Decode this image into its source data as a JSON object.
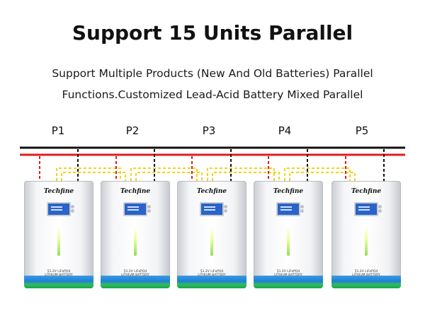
{
  "header": {
    "title": "Support 15 Units Parallel",
    "subtitle_line1": "Support Multiple Products (New And Old Batteries) Parallel",
    "subtitle_line2": "Functions.Customized Lead-Acid Battery Mixed Parallel"
  },
  "units": [
    {
      "label": "P1",
      "brand": "Techfine",
      "model_line1": "51.2V LiFePO4",
      "model_line2": "LITHIUM BATTERY"
    },
    {
      "label": "P2",
      "brand": "Techfine",
      "model_line1": "51.2V LiFePO4",
      "model_line2": "LITHIUM BATTERY"
    },
    {
      "label": "P3",
      "brand": "Techfine",
      "model_line1": "51.2V LiFePO4",
      "model_line2": "LITHIUM BATTERY"
    },
    {
      "label": "P4",
      "brand": "Techfine",
      "model_line1": "51.2V LiFePO4",
      "model_line2": "LITHIUM BATTERY"
    },
    {
      "label": "P5",
      "brand": "Techfine",
      "model_line1": "51.2V LiFePO4",
      "model_line2": "LITHIUM BATTERY"
    }
  ],
  "colors": {
    "positive_bus": "#e01d1d",
    "negative_bus": "#111111",
    "comm_link": "#f2d21a",
    "stripe_blue": "#1f7fd6",
    "stripe_green": "#1aa34a",
    "screen_blue": "#2a63c9"
  },
  "icons": {
    "screen": "lcd-display-icon",
    "led": "status-led-icon"
  }
}
